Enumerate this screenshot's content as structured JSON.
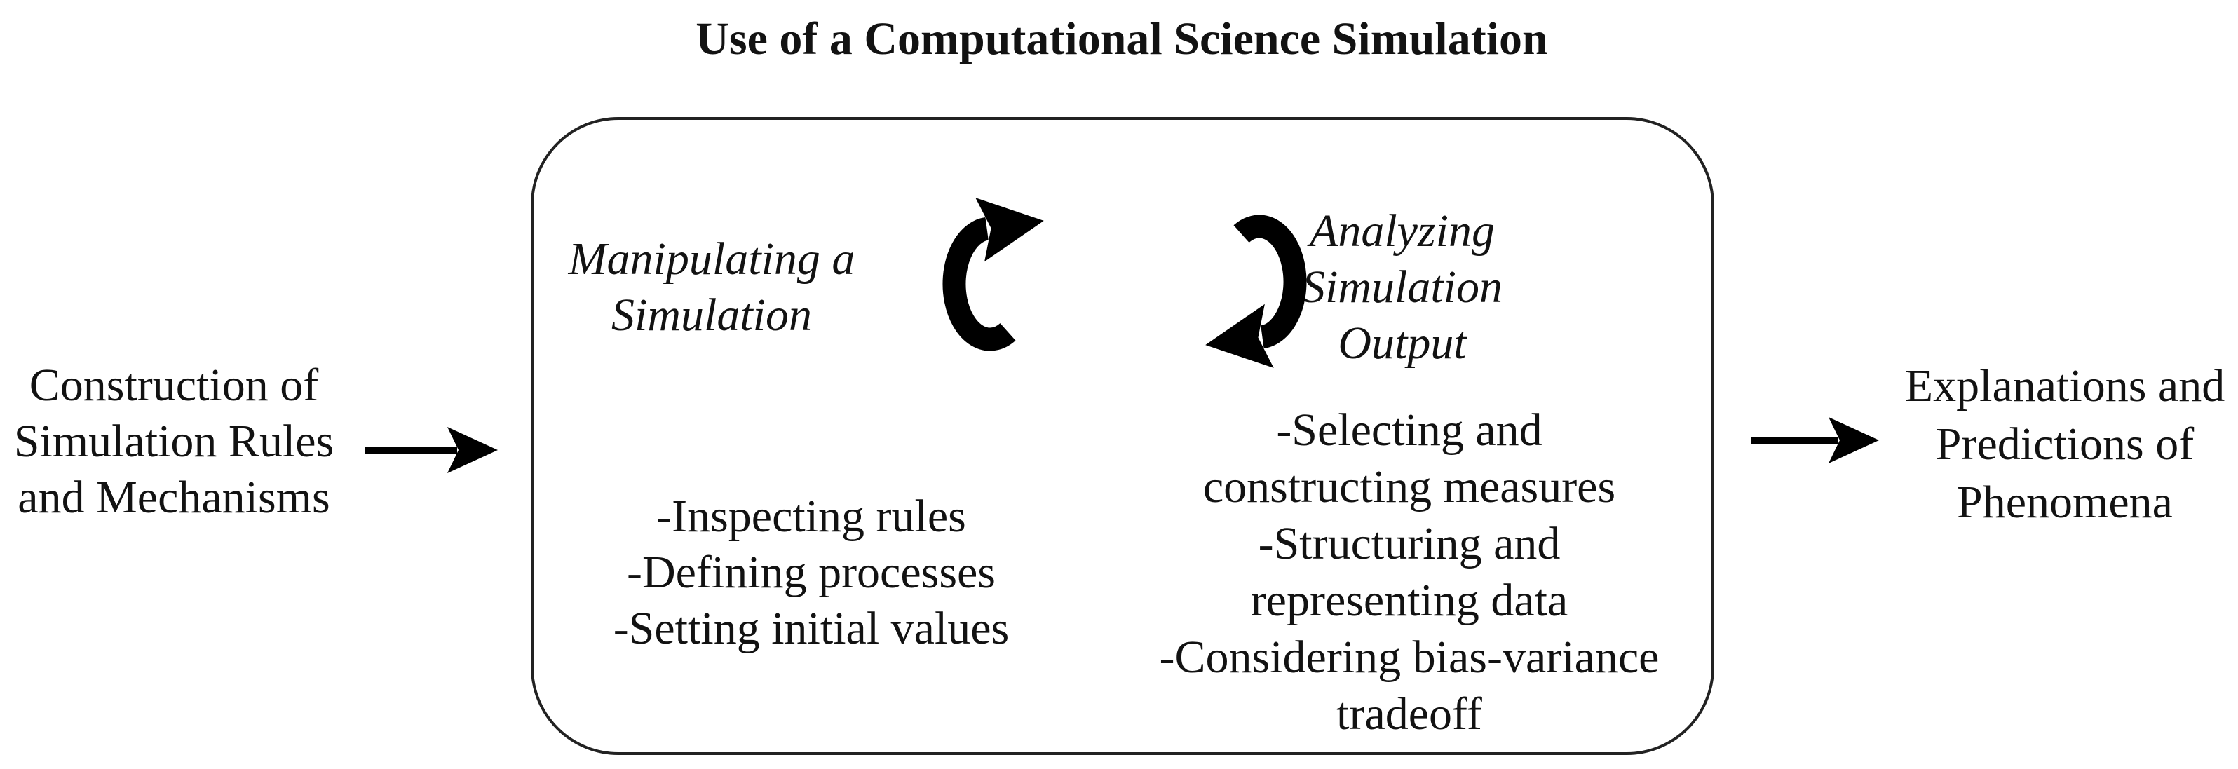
{
  "diagram": {
    "title": "Use of a Computational Science Simulation",
    "input_node": {
      "lines": [
        "Construction of",
        "Simulation Rules",
        "and Mechanisms"
      ]
    },
    "output_node": {
      "lines": [
        "Explanations and",
        "Predictions of",
        "Phenomena"
      ]
    },
    "cycle_box": {
      "manipulating": {
        "heading_lines": [
          "Manipulating a",
          "Simulation"
        ],
        "items": [
          "-Inspecting rules",
          "-Defining processes",
          "-Setting initial values"
        ]
      },
      "analyzing": {
        "heading_lines": [
          "Analyzing",
          "Simulation",
          "Output"
        ],
        "item_lines": [
          "-Selecting and",
          "constructing measures",
          "-Structuring and",
          "representing data",
          "-Considering bias-variance",
          "tradeoff"
        ]
      }
    },
    "icons": {
      "input_arrow": "right-arrow",
      "output_arrow": "right-arrow",
      "cycle_left_arrow": "clockwise-curved-arrow",
      "cycle_right_arrow": "clockwise-curved-arrow"
    },
    "colors": {
      "text": "#121212",
      "line": "#000000",
      "box_border": "#222222",
      "background": "#ffffff"
    }
  }
}
